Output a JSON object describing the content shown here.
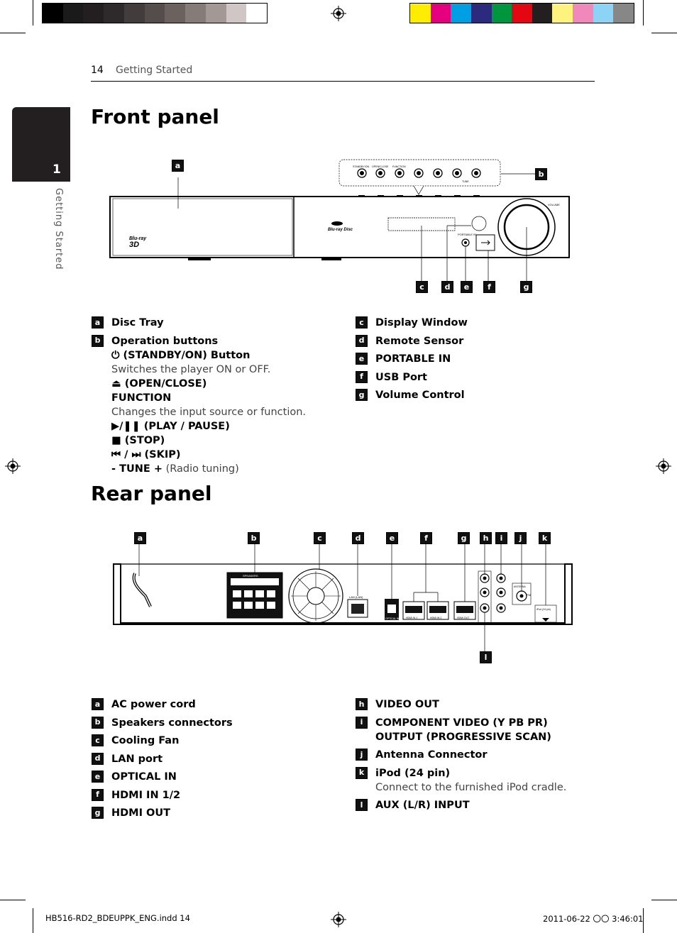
{
  "colors": {
    "grayscale": [
      "#000000",
      "#1a1a1a",
      "#231f20",
      "#2e2a2b",
      "#433c3c",
      "#554d4c",
      "#6b625f",
      "#857b78",
      "#a39896",
      "#cfc6c5",
      "#ffffff"
    ],
    "process": [
      "#ffed00",
      "#e5007e",
      "#009fe3",
      "#2b2a7f",
      "#009640",
      "#e30613",
      "#231f20",
      "#fff380",
      "#f088bc",
      "#8dd3f5",
      "#878787"
    ]
  },
  "header": {
    "page_number": "14",
    "section": "Getting Started"
  },
  "tab": {
    "number": "1",
    "label": "Getting Started"
  },
  "front": {
    "title": "Front panel",
    "panel_labels": {
      "standby": "STANDBY/ON",
      "open": "OPEN/CLOSE",
      "function": "FUNCTION",
      "tune": "TUNE",
      "volume": "VOLUME",
      "portable": "PORTABLE IN",
      "bluray": "Blu-ray",
      "bluray3d": "3D",
      "disc": "Blu-ray Disc"
    },
    "callouts": [
      "a",
      "b",
      "c",
      "d",
      "e",
      "f",
      "g"
    ],
    "left": [
      {
        "num": "a",
        "title": "Disc Tray"
      },
      {
        "num": "b",
        "title": "Operation buttons",
        "lines": [
          {
            "b": "⏻ (STANDBY/ON) Button"
          },
          {
            "t": "Switches the player ON or OFF."
          },
          {
            "b": "⏏ (OPEN/CLOSE)"
          },
          {
            "b": "FUNCTION"
          },
          {
            "t": "Changes the input source or function."
          },
          {
            "b": "▶/❚❚ (PLAY / PAUSE)"
          },
          {
            "b": "■ (STOP)"
          },
          {
            "b": "⏮ / ⏭ (SKIP)"
          },
          {
            "b": "- TUNE +",
            "t": " (Radio tuning)"
          }
        ]
      }
    ],
    "right": [
      {
        "num": "c",
        "title": "Display Window"
      },
      {
        "num": "d",
        "title": "Remote Sensor"
      },
      {
        "num": "e",
        "title": "PORTABLE IN"
      },
      {
        "num": "f",
        "title": "USB Port"
      },
      {
        "num": "g",
        "title": "Volume Control"
      }
    ]
  },
  "rear": {
    "title": "Rear panel",
    "callouts": [
      "a",
      "b",
      "c",
      "d",
      "e",
      "f",
      "g",
      "h",
      "i",
      "j",
      "k",
      "l"
    ],
    "panel_labels": {
      "lan": "LAN (LAN)",
      "optical": "OPTICAL IN",
      "hdmi1": "HDMI IN 1",
      "hdmi2": "HDMI IN 2",
      "hdmiout": "HDMI OUT",
      "antenna": "ANTENNA",
      "fm": "FM",
      "ipod": "iPod (24 pin)",
      "speakers": "SPEAKERS"
    },
    "left": [
      {
        "num": "a",
        "title": "AC power cord"
      },
      {
        "num": "b",
        "title": "Speakers connectors"
      },
      {
        "num": "c",
        "title": "Cooling Fan"
      },
      {
        "num": "d",
        "title": "LAN port"
      },
      {
        "num": "e",
        "title": "OPTICAL IN"
      },
      {
        "num": "f",
        "title": "HDMI IN 1/2"
      },
      {
        "num": "g",
        "title": "HDMI OUT"
      }
    ],
    "right": [
      {
        "num": "h",
        "title": "VIDEO OUT"
      },
      {
        "num": "i",
        "title": "COMPONENT VIDEO (Y PB PR)",
        "title2": "OUTPUT (PROGRESSIVE SCAN)"
      },
      {
        "num": "j",
        "title": "Antenna Connector"
      },
      {
        "num": "k",
        "title": "iPod (24 pin)",
        "desc": "Connect to the furnished iPod cradle."
      },
      {
        "num": "l",
        "title": "AUX (L/R) INPUT"
      }
    ]
  },
  "footer": {
    "file": "HB516-RD2_BDEUPPK_ENG.indd   14",
    "date": "2011-06-22   〇〇 3:46:01"
  }
}
